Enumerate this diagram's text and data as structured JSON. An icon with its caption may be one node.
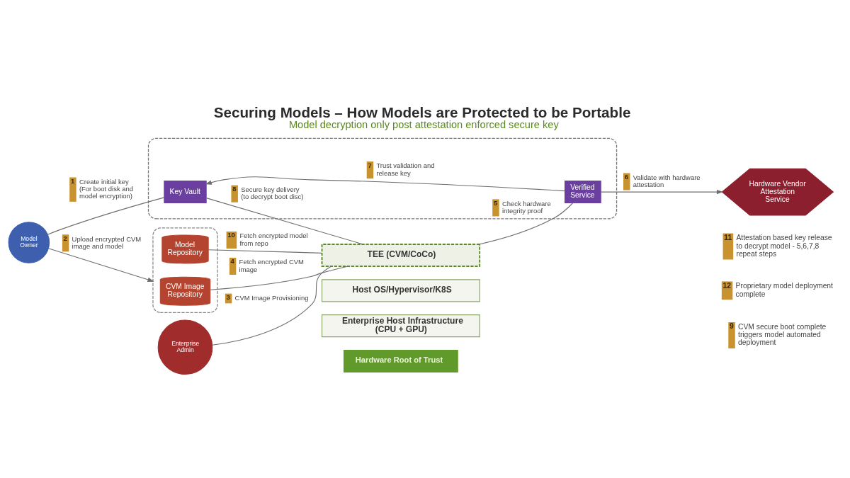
{
  "diagram": {
    "title": "Securing Models – How Models are Protected to be Portable",
    "caption": "Model decryption only post attestation enforced secure key",
    "nodes": [
      {
        "text": [
          "Model Owner"
        ]
      },
      {
        "text": [],
        "shape": "box"
      },
      {
        "text": [
          "Key Vault"
        ],
        "in": 1
      },
      {
        "text": [
          "Verified Service"
        ],
        "in": 1
      },
      {
        "text": [
          "Hardware Vendor Attestation Service"
        ]
      },
      {
        "text": [],
        "shape": "box"
      },
      {
        "text": [
          "CVM Image Repository"
        ],
        "in": 5
      },
      {
        "text": [
          "Model Repository"
        ],
        "in": 5
      },
      {
        "text": [
          "Enterprise Admin"
        ]
      },
      {
        "text": [
          "TEE (CVM/CoCo)"
        ]
      },
      {
        "text": [
          "Host OS/Hypervisor/K8S"
        ]
      },
      {
        "text": [
          "Enterprise Host Infrastructure (CPU + GPU)"
        ]
      },
      {
        "text": [
          "Hardware Root of Trust"
        ]
      }
    ],
    "edges": [
      {
        "from": 0,
        "to": 2,
        "arrow": "none",
        "label": "1 Create initial key (For boot disk and model encryption)"
      },
      {
        "from": 0,
        "to": 5,
        "arrow": "to",
        "label": "2 Upload encrypted CVM image and model"
      },
      {
        "from": 8,
        "to": 9,
        "arrow": "none",
        "label": "3 CVM Image Provisioning"
      },
      {
        "from": 6,
        "to": 9,
        "arrow": "none",
        "label": "4 Fetch encrypted CVM image"
      },
      {
        "from": 9,
        "to": 3,
        "arrow": "none",
        "label": "5 Check hardware integrity proof"
      },
      {
        "from": 3,
        "to": 4,
        "arrow": "to",
        "label": "6 Validate with hardware attestation"
      },
      {
        "from": 3,
        "to": 2,
        "arrow": "to",
        "label": "7 Trust validation and release key"
      },
      {
        "from": 2,
        "to": 9,
        "arrow": "none",
        "label": "8 Secure key delivery (to decrypt boot disc)"
      },
      {
        "from": 7,
        "to": 9,
        "arrow": "none",
        "label": "10 Fetch encrypted model from repo"
      }
    ],
    "labels": [
      "11 Attestation based key release to decrypt model - 5,6,7,8 repeat steps",
      "12 Proprietary model deployment complete",
      "9 CVM secure boot complete triggers model automated deployment"
    ]
  }
}
